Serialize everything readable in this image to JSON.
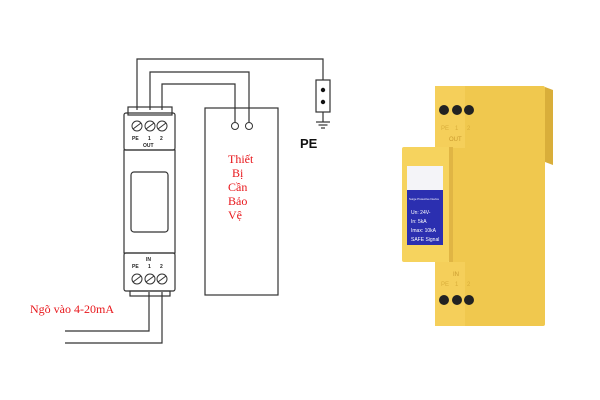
{
  "diagram": {
    "module": {
      "out_label": "OUT",
      "in_label": "IN",
      "terminals": [
        "PE",
        "1",
        "2"
      ]
    },
    "protected_device_lines": [
      "Thiết",
      "Bị",
      "Cần",
      "Bảo",
      "Vệ"
    ],
    "pe_label": "PE",
    "input_label": "Ngõ vào 4-20mA"
  },
  "product_photo": {
    "out_label": "OUT",
    "in_label": "IN",
    "terminals": [
      "PE",
      "1",
      "2"
    ],
    "label_title": "Surge Protective Device",
    "label_lines": [
      "Un:  24V-",
      "In:  5kA",
      "Imax: 10kA",
      "SAFE Signal"
    ],
    "body_color": "#f2c94c",
    "label_color": "#2b2fb0"
  }
}
